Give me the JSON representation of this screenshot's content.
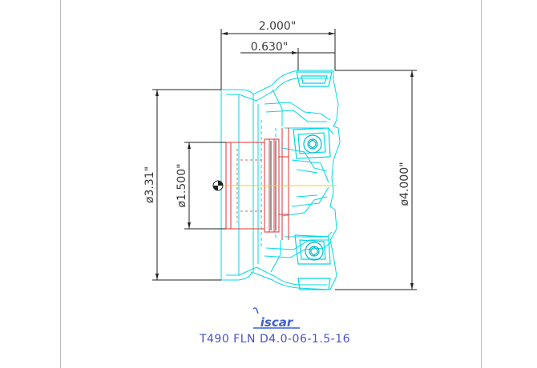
{
  "drawing": {
    "title": "T490 FLN D4.0-06-1.5-16",
    "brand": "iscar",
    "dimensions": {
      "overall_length": "2.000\"",
      "insert_offset": "0.630\"",
      "bore_diameter": "ø1.500\"",
      "hub_diameter": "ø3.31\"",
      "cutting_diameter": "ø4.000\""
    },
    "colors": {
      "body_outline": "#00d8e8",
      "bore_lines": "#e03030",
      "dimension_lines": "#222222",
      "centerline": "#f0d000",
      "title_text": "#4a52c8"
    }
  }
}
